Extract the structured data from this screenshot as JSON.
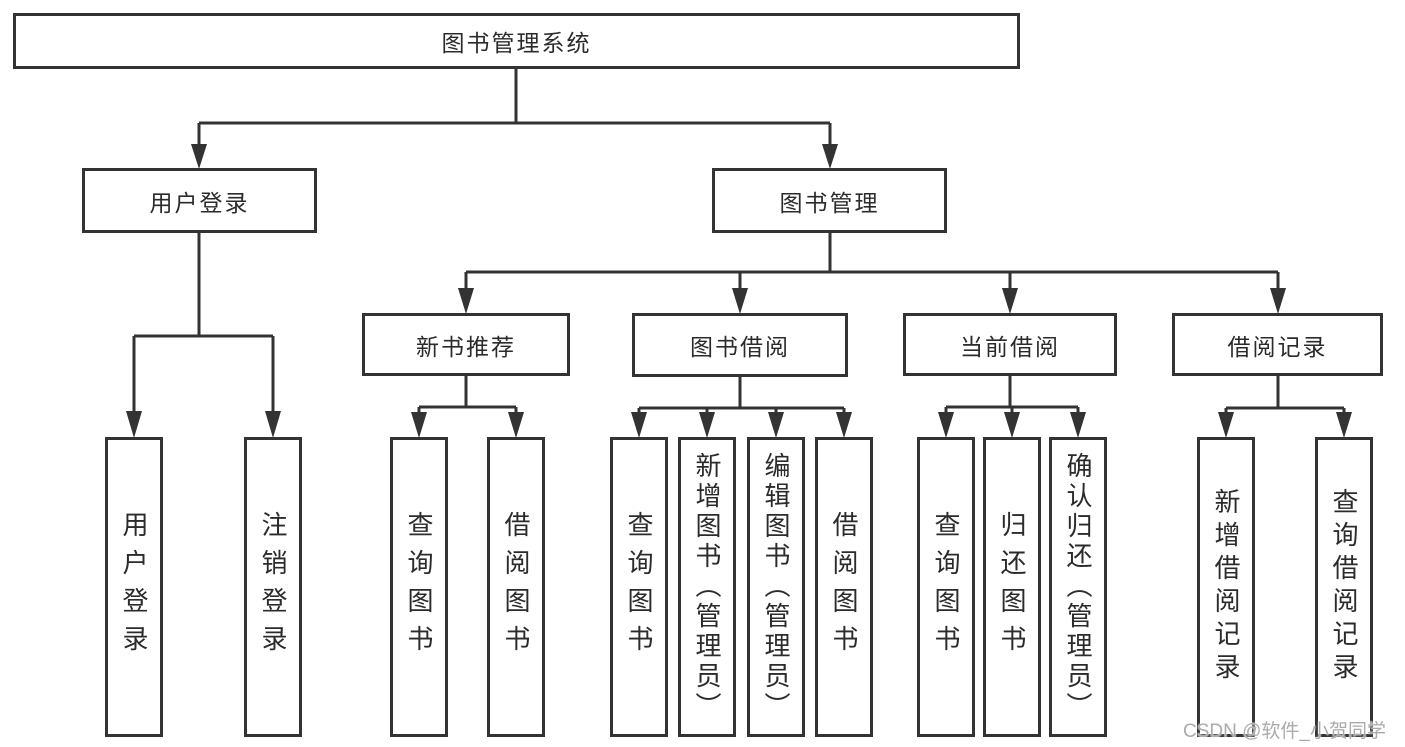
{
  "tree": {
    "label": "图书管理系统",
    "children": [
      {
        "label": "用户登录",
        "children": [
          {
            "label": "用户登录"
          },
          {
            "label": "注销登录"
          }
        ]
      },
      {
        "label": "图书管理",
        "children": [
          {
            "label": "新书推荐",
            "children": [
              {
                "label": "查询图书"
              },
              {
                "label": "借阅图书"
              }
            ]
          },
          {
            "label": "图书借阅",
            "children": [
              {
                "label": "查询图书"
              },
              {
                "label": "新增图书（管理员）"
              },
              {
                "label": "编辑图书（管理员）"
              },
              {
                "label": "借阅图书"
              }
            ]
          },
          {
            "label": "当前借阅",
            "children": [
              {
                "label": "查询图书"
              },
              {
                "label": "归还图书"
              },
              {
                "label": "确认归还（管理员）"
              }
            ]
          },
          {
            "label": "借阅记录",
            "children": [
              {
                "label": "新增借阅记录"
              },
              {
                "label": "查询借阅记录"
              }
            ]
          }
        ]
      }
    ]
  },
  "watermark": "CSDN @软件_小贺同学",
  "colors": {
    "line": "#333333",
    "text": "#2b2b2b",
    "background": "#ffffff",
    "watermark": "#ababab"
  }
}
